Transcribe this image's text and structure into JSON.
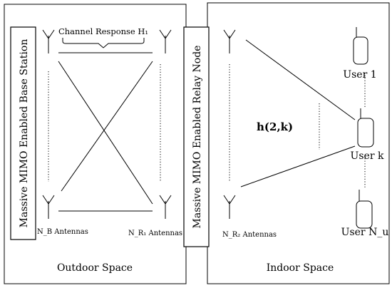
{
  "base_station_label": "Massive MIMO Enabled Base Station",
  "relay_label": "Massive MIMO Enabled Relay Node",
  "channel_response_label": "Channel Response H₁",
  "h2k_label": "h(2,k)",
  "nb_antennas": "N_B Antennas",
  "nr1_antennas": "N_R₁ Antennas",
  "nr2_antennas": "N_R₂ Antennas",
  "user1_label": "User 1",
  "userk_label": "User k",
  "usernu_label": "User N_u",
  "outdoor_label": "Outdoor Space",
  "indoor_label": "Indoor Space"
}
